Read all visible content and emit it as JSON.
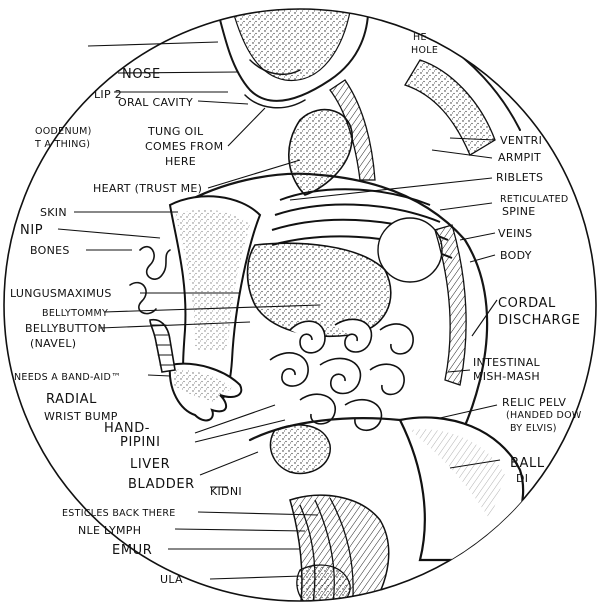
{
  "labels": {
    "hell_hole_1": "HE",
    "hell_hole_2": "HOLE",
    "lip": "LIP 2",
    "nose": "NOSE",
    "oral_cavity": "ORAL CAVITY",
    "duodenum_1": "OODENUM)",
    "duodenum_2": "T A THING)",
    "tung_oil_1": "TUNG OIL",
    "tung_oil_2": "COMES FROM",
    "tung_oil_3": "HERE",
    "ventri": "VENTRI",
    "armpit": "ARMPIT",
    "heart": "HEART (TRUST ME)",
    "riblets": "RIBLETS",
    "reticulated_1": "RETICULATED",
    "reticulated_2": "SPINE",
    "skin": "SKIN",
    "nip": "NIP",
    "veins": "VEINS",
    "bones": "BONES",
    "body": "BODY",
    "lungusmaximus": "LUNGUSMAXIMUS",
    "bellytommy": "BELLYTOMMY",
    "cordal_1": "CORDAL",
    "cordal_2": "DISCHARGE",
    "bellybutton_1": "BELLYBUTTON",
    "bellybutton_2": "(NAVEL)",
    "intestinal_1": "INTESTINAL",
    "intestinal_2": "MISH-MASH",
    "band_aid": "NEEDS A BAND-AID™",
    "radial_1": "RADIAL",
    "radial_2": "WRIST BUMP",
    "relic_1": "RELIC PELV",
    "relic_2": "(HANDED DOW",
    "relic_3": "BY ELVIS)",
    "hand_1": "HAND-",
    "hand_2": "PIPINI",
    "liver": "LIVER",
    "bladder": "BLADDER",
    "kidni": "KIDNI",
    "ball": "BALL",
    "di": "DI",
    "testicles": "ESTICLES BACK THERE",
    "lymph": "NLE LYMPH",
    "femur": "EMUR",
    "ula": "ULA"
  }
}
